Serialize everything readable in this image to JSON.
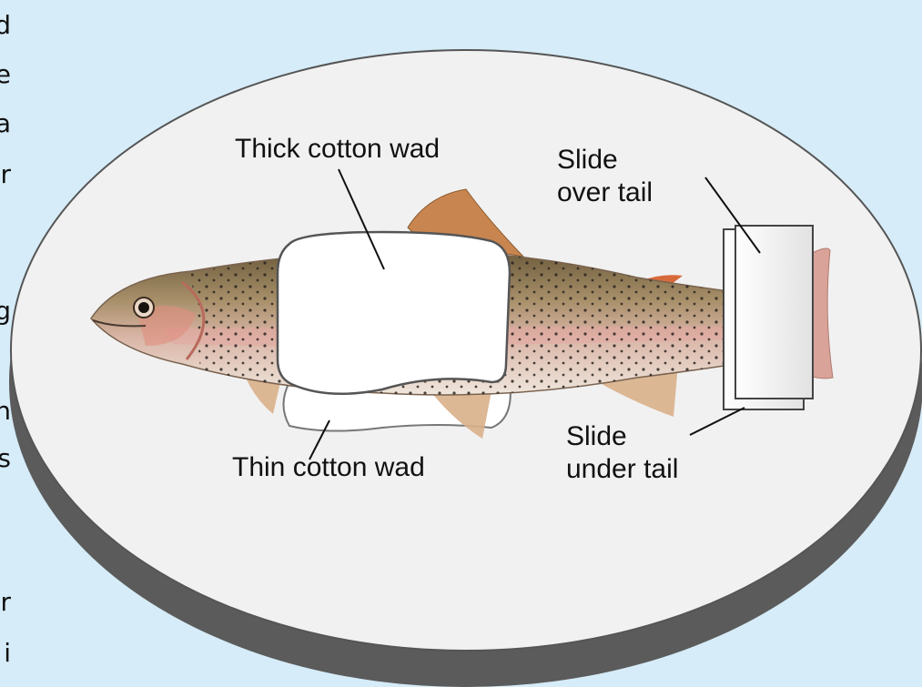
{
  "left_column_fragments": [
    "d",
    "e",
    "a",
    "r",
    "g",
    "h",
    "s",
    "r",
    "i"
  ],
  "labels": {
    "thick_wad": "Thick cotton wad",
    "thin_wad": "Thin cotton wad",
    "slide_over_tail_line1": "Slide",
    "slide_over_tail_line2": "over tail",
    "slide_under_tail_line1": "Slide",
    "slide_under_tail_line2": "under tail"
  },
  "colors": {
    "background": "#d6ecf8",
    "disc_top": "#f1f1f1",
    "disc_edge": "#5b5b5b",
    "fish_body": "#c9a493",
    "fish_back": "#6b5a3a",
    "fin": "#c9854f",
    "spots": "#2a2420"
  }
}
